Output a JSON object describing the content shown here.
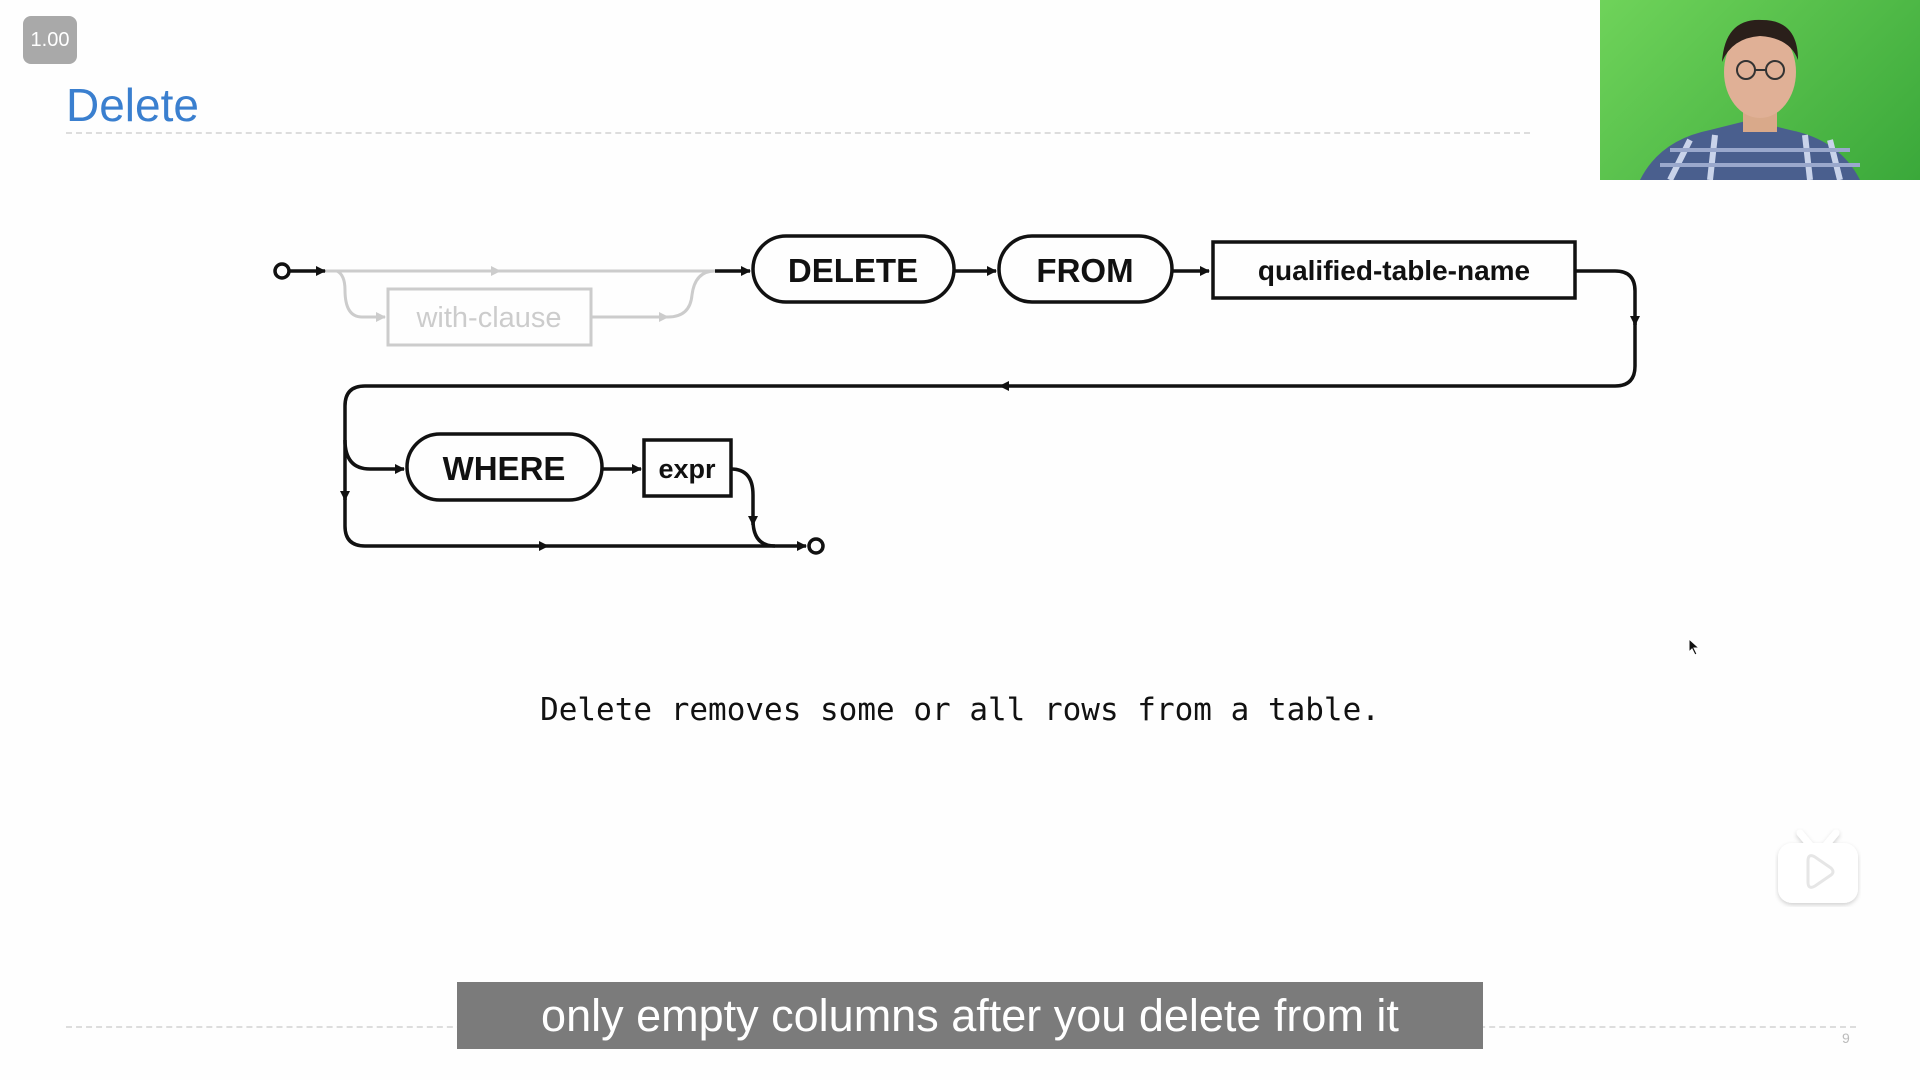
{
  "player": {
    "speed": "1.00",
    "subtitle": "only empty columns after you delete from it"
  },
  "slide": {
    "title": "Delete",
    "page_number": "9",
    "caption": "Delete removes some or all rows from a table.",
    "diagram": {
      "optional_node": "with-clause",
      "keywords": [
        "DELETE",
        "FROM",
        "WHERE"
      ],
      "table_node": "qualified-table-name",
      "expr_node": "expr"
    }
  },
  "icons": {
    "tv": "tv-play-icon",
    "cursor": "mouse-cursor-icon"
  }
}
